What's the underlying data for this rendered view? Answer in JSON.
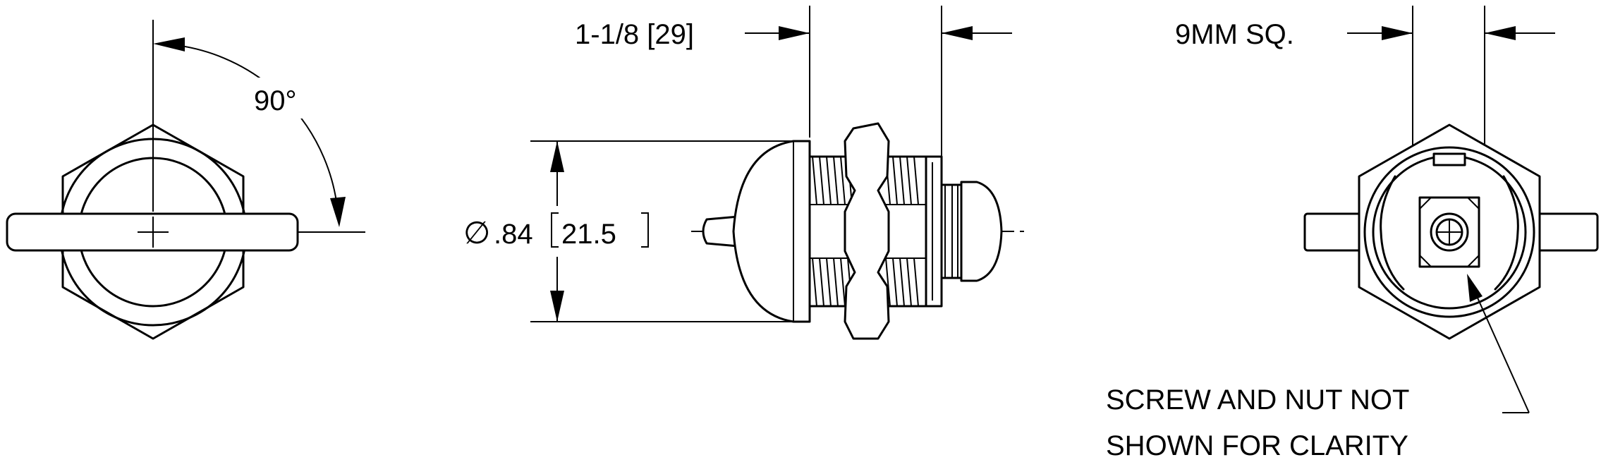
{
  "labels": {
    "angle": "90°",
    "length": "1-1/8 [29]",
    "diameter_symbol": "∅",
    "diameter_inch": ".84",
    "diameter_mm": "21.5",
    "square": "9MM SQ.",
    "note_line1": "SCREW AND NUT NOT",
    "note_line2": "SHOWN FOR CLARITY"
  },
  "colors": {
    "line": "#000000",
    "background": "#ffffff"
  }
}
